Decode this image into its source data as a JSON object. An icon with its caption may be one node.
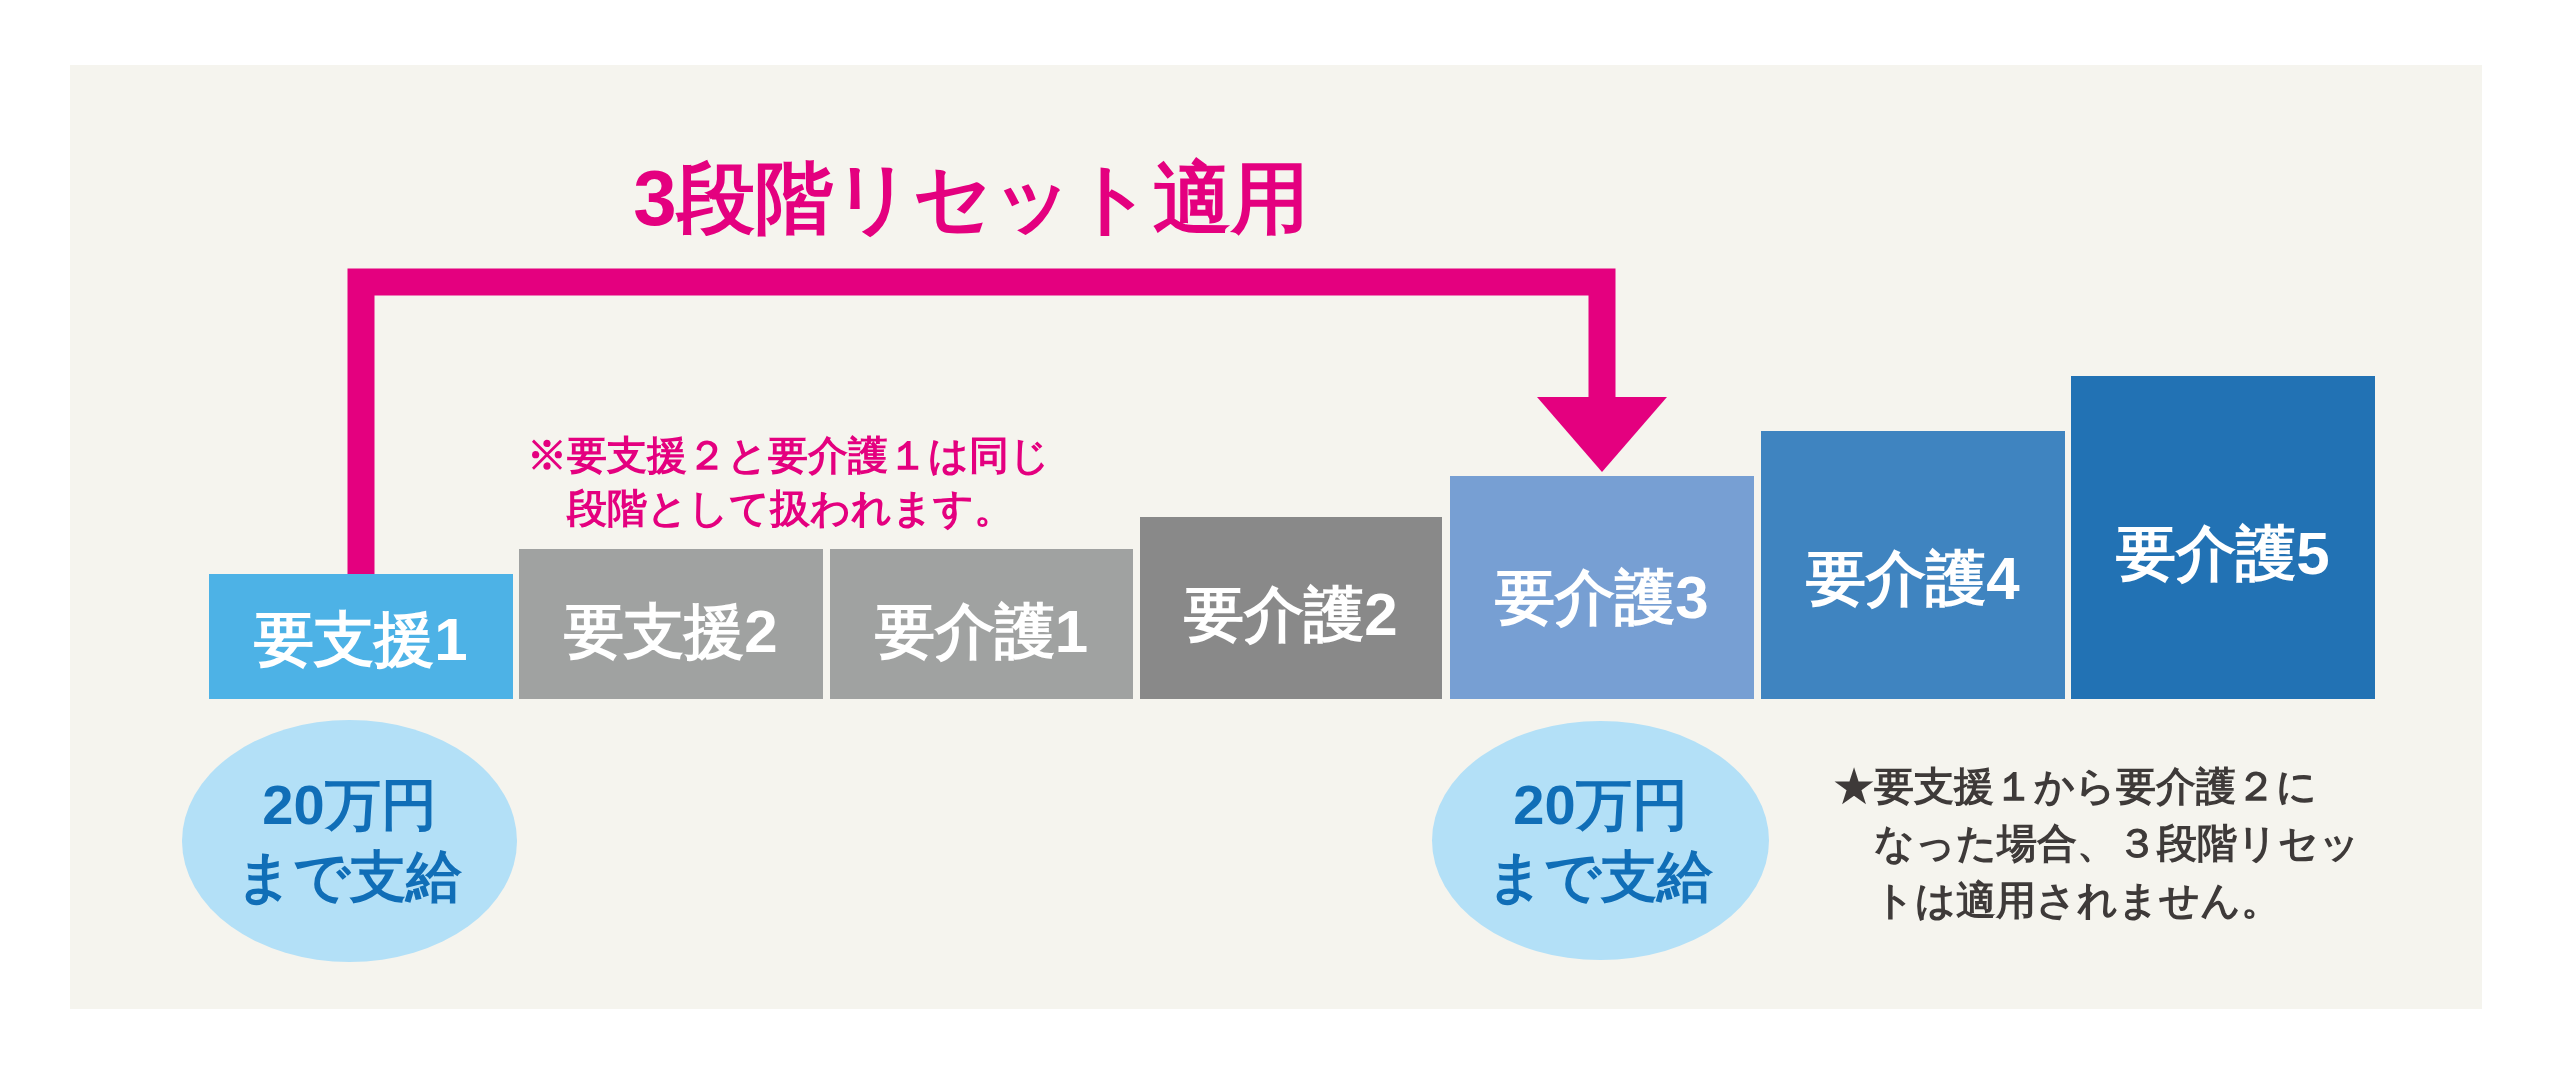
{
  "diagram": {
    "nodes": [
      {
        "text": [
          "要支援1"
        ]
      },
      {
        "text": [
          "要支援2"
        ]
      },
      {
        "text": [
          "要介護1"
        ]
      },
      {
        "text": [
          "要介護2"
        ]
      },
      {
        "text": [
          "要介護3"
        ]
      },
      {
        "text": [
          "要介護4"
        ]
      },
      {
        "text": [
          "要介護5"
        ]
      },
      {
        "text": [
          "20万円まで支給"
        ]
      },
      {
        "text": [
          "20万円まで支給"
        ]
      }
    ],
    "edges": [
      {
        "from": 0,
        "to": 4,
        "arrow": "to",
        "label": "3段階リセット適用",
        "color": "#e4007f"
      }
    ],
    "labels": [
      "※要支援２と要介護１は同じ段階として扱われます。",
      "★要支援１から要介護２になった場合、３段階リセットは適用されません。"
    ]
  }
}
